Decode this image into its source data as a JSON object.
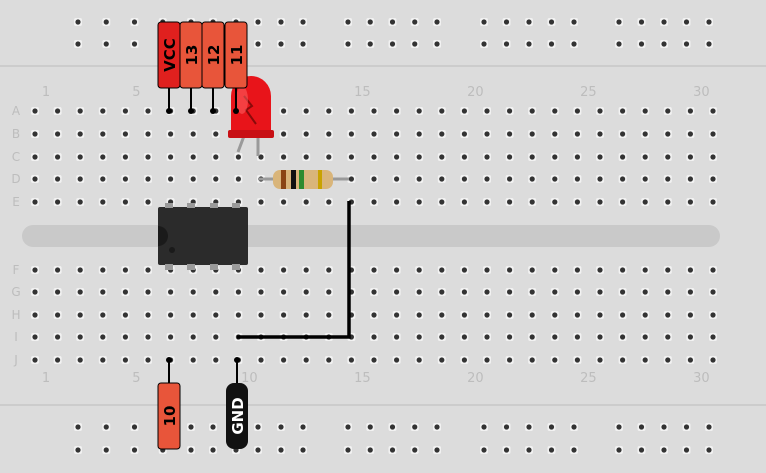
{
  "breadboard": {
    "column_labels": [
      "1",
      "5",
      "10",
      "15",
      "20",
      "25",
      "30"
    ],
    "row_labels_top": [
      "A",
      "B",
      "C",
      "D",
      "E"
    ],
    "row_labels_bottom": [
      "F",
      "G",
      "H",
      "I",
      "J"
    ],
    "background_color": "#dcdcdc",
    "hole_color": "#333333",
    "channel_color": "#c9c9c9"
  },
  "headers": {
    "top": [
      "VCC",
      "13",
      "12",
      "11"
    ],
    "bottom_left": "10",
    "bottom_gnd": "GND",
    "header_color": "#e8553a",
    "vcc_color": "#e0201e",
    "gnd_color": "#111111"
  },
  "components": {
    "led": {
      "color": "#e8141a",
      "icon": "led-icon"
    },
    "resistor": {
      "body_color": "#d9b57a",
      "icon": "resistor-icon"
    },
    "ic_chip": {
      "color": "#2b2b2b",
      "icon": "dip-chip-icon"
    },
    "wire_color": "#000000"
  }
}
